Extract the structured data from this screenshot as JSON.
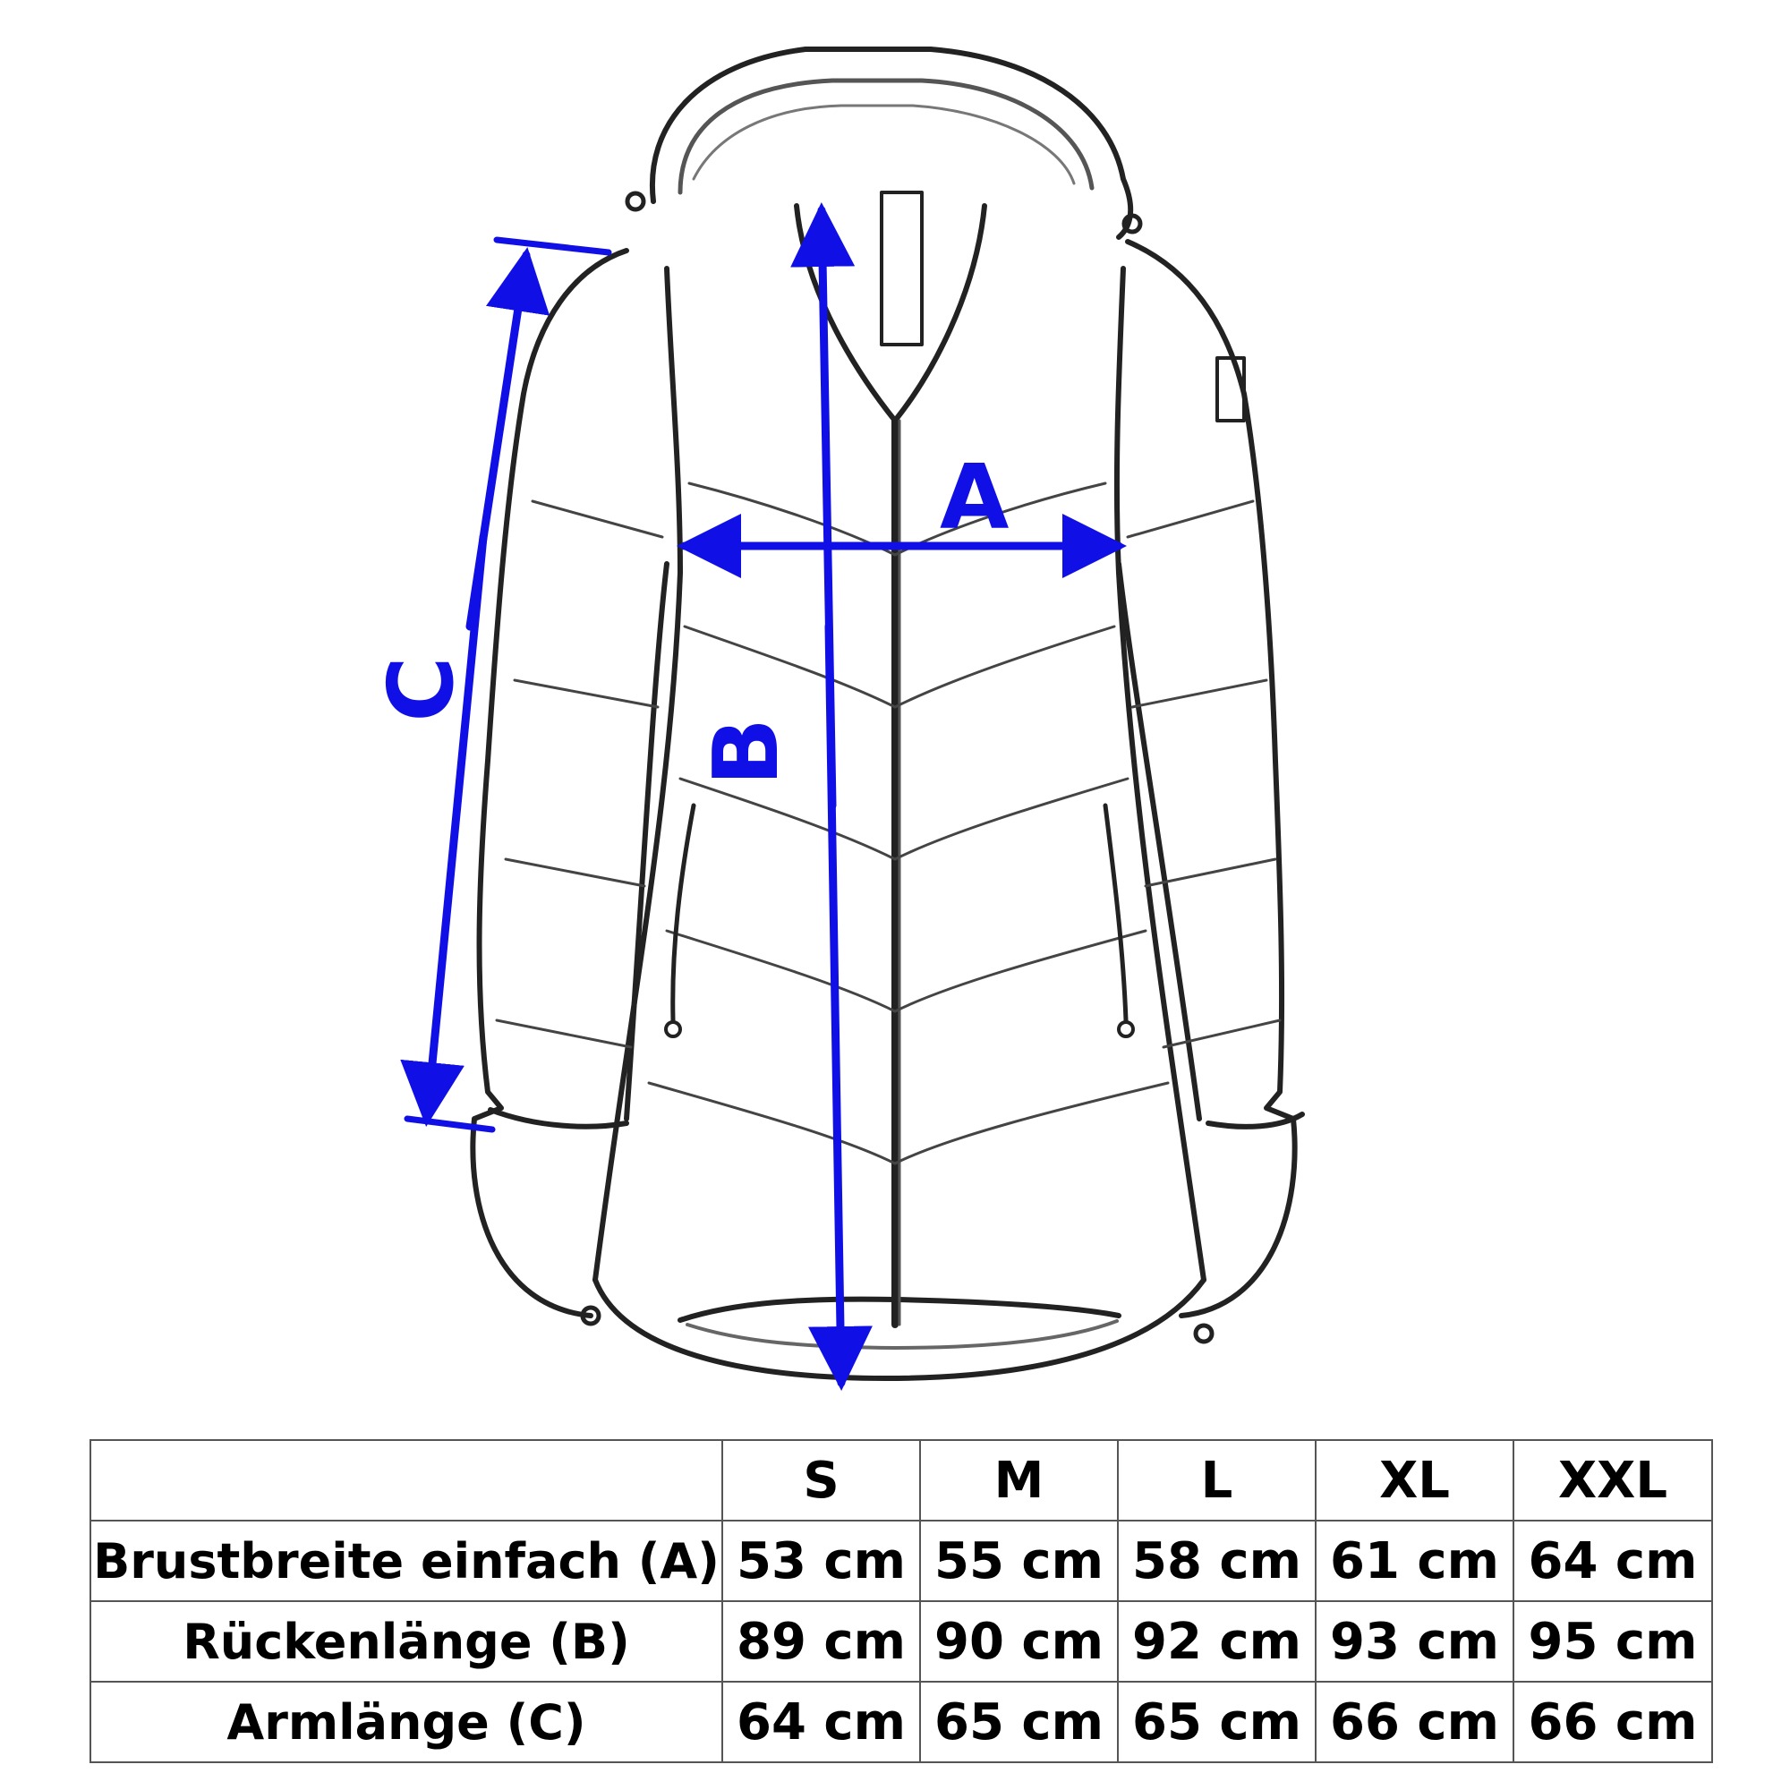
{
  "diagram": {
    "labels": {
      "a": "A",
      "b": "B",
      "c": "C"
    },
    "colors": {
      "measure": "#1010e6",
      "outline": "#222222",
      "lining": "#666666"
    },
    "icons": [
      "jacket-outline-icon",
      "arrow-icon"
    ]
  },
  "table": {
    "headers": [
      "",
      "S",
      "M",
      "L",
      "XL",
      "XXL"
    ],
    "rows": [
      {
        "label": "Brustbreite einfach (A)",
        "values": [
          "53 cm",
          "55 cm",
          "58 cm",
          "61 cm",
          "64 cm"
        ]
      },
      {
        "label": "Rückenlänge (B)",
        "values": [
          "89 cm",
          "90 cm",
          "92 cm",
          "93 cm",
          "95 cm"
        ]
      },
      {
        "label": "Armlänge (C)",
        "values": [
          "64 cm",
          "65 cm",
          "65 cm",
          "66 cm",
          "66 cm"
        ]
      }
    ]
  }
}
